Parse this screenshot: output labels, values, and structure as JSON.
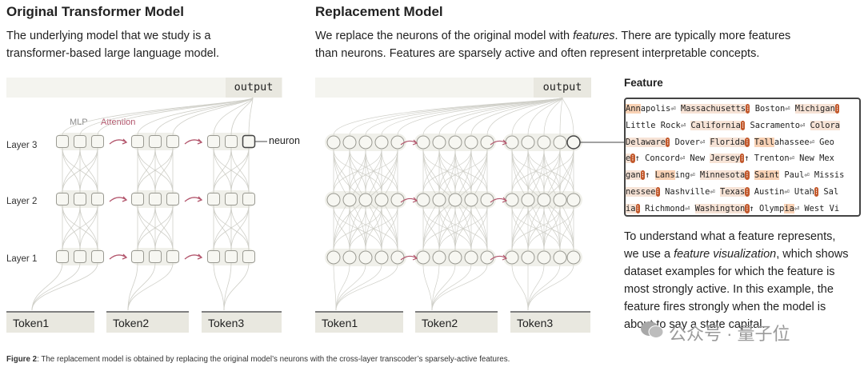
{
  "left": {
    "title": "Original Transformer Model",
    "desc_line1": "The underlying model that we study is a",
    "desc_line2": "transformer-based large language model.",
    "output_label": "output",
    "mlp_label": "MLP",
    "attention_label": "Attention",
    "neuron_label": "neuron",
    "layers": [
      "Layer 3",
      "Layer 2",
      "Layer 1"
    ],
    "tokens": [
      "Token1",
      "Token2",
      "Token3"
    ]
  },
  "right": {
    "title": "Replacement Model",
    "desc_line1_pre": "We replace the neurons of the original model with ",
    "desc_line1_em": "features",
    "desc_line1_post": ". There are typically more features",
    "desc_line2": "than neurons. Features are sparsely active and often represent interpretable concepts.",
    "output_label": "output",
    "tokens": [
      "Token1",
      "Token2",
      "Token3"
    ]
  },
  "feature": {
    "heading": "Feature",
    "rows": [
      [
        [
          "Ann",
          "h2"
        ],
        [
          "apolis⏎ ",
          ""
        ],
        [
          "Massachusetts",
          "h1"
        ],
        [
          "⁝",
          "m"
        ],
        [
          " Boston⏎ ",
          ""
        ],
        [
          "Michigan",
          "h1"
        ],
        [
          "⁝",
          "m"
        ]
      ],
      [
        [
          " Little Rock⏎ ",
          ""
        ],
        [
          "California",
          "h1"
        ],
        [
          "⁝",
          "m"
        ],
        [
          " Sacramento⏎ ",
          ""
        ],
        [
          "Colora",
          "h1"
        ]
      ],
      [
        [
          "Delaware",
          "h1"
        ],
        [
          "⁝",
          "m"
        ],
        [
          " Dover⏎ ",
          ""
        ],
        [
          "Florida",
          "h1"
        ],
        [
          "⁝",
          "m"
        ],
        [
          " ",
          ""
        ],
        [
          "Tall",
          "h2"
        ],
        [
          "ahassee⏎ Geo",
          ""
        ]
      ],
      [
        [
          "e",
          "h1"
        ],
        [
          "⁝",
          "m"
        ],
        [
          "↑ Concord⏎ New ",
          ""
        ],
        [
          "Jersey",
          "h1"
        ],
        [
          "⁝",
          "m"
        ],
        [
          "↑ Trenton⏎ New Mex",
          ""
        ]
      ],
      [
        [
          "gan",
          "h1"
        ],
        [
          "⁝",
          "m"
        ],
        [
          "↑ ",
          ""
        ],
        [
          "Lans",
          "h2"
        ],
        [
          "ing⏎ ",
          ""
        ],
        [
          "Minnesota",
          "h1"
        ],
        [
          "⁝",
          "m"
        ],
        [
          " ",
          ""
        ],
        [
          "Saint",
          "h2"
        ],
        [
          " Paul⏎ Missis",
          ""
        ]
      ],
      [
        [
          "nessee",
          "h1"
        ],
        [
          "⁝",
          "m"
        ],
        [
          " Nashville⏎ ",
          ""
        ],
        [
          "Texas",
          "h1"
        ],
        [
          "⁝",
          "m"
        ],
        [
          " Austin⏎ Utah",
          ""
        ],
        [
          "⁝",
          "m"
        ],
        [
          " Sal",
          ""
        ]
      ],
      [
        [
          "ia",
          "h1"
        ],
        [
          "⁝",
          "m"
        ],
        [
          " Richmond⏎ ",
          ""
        ],
        [
          "Washington",
          "h1"
        ],
        [
          "⁝",
          "m"
        ],
        [
          "↑ Olymp",
          ""
        ],
        [
          "ia",
          "h2"
        ],
        [
          "⏎ West Vi",
          ""
        ]
      ]
    ],
    "expl_line1": "To understand what a feature represents,",
    "expl_line2_pre": "we use a ",
    "expl_line2_em": "feature visualization",
    "expl_line2_post": ", which shows",
    "expl_line3": "dataset examples for which the feature is",
    "expl_line4": "most strongly active. In this example, the",
    "expl_line5": "feature fires strongly when the model is",
    "expl_line6": "about to say a state capital."
  },
  "caption": {
    "bold": "Figure 2",
    "text": ": The replacement model is obtained by replacing the original model’s neurons with the cross-layer transcoder’s sparsely-active features."
  },
  "watermark": "公众号 · 量子位",
  "colors": {
    "attention": "#b2546b",
    "highlight_strong": "#c2582b",
    "highlight_light": "#f7e3d6"
  }
}
